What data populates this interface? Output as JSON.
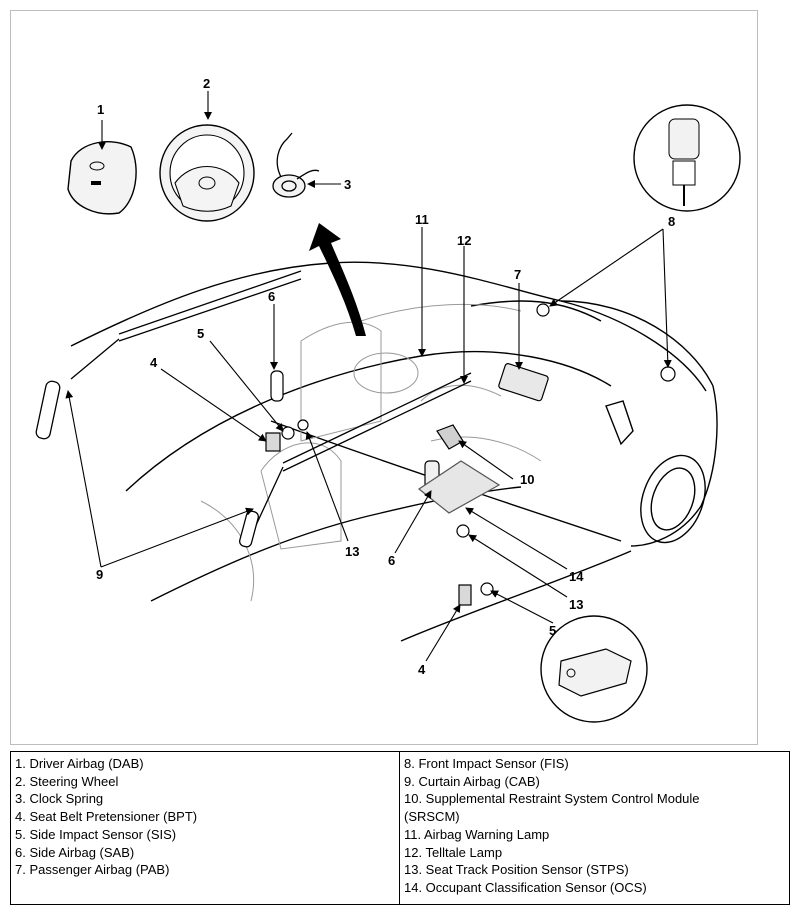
{
  "callouts": [
    "1",
    "2",
    "3",
    "4",
    "5",
    "6",
    "7",
    "8",
    "9",
    "10",
    "11",
    "12",
    "13",
    "14"
  ],
  "legend": {
    "left": [
      "1. Driver Airbag (DAB)",
      "2. Steering Wheel",
      "3. Clock Spring",
      "4. Seat Belt Pretensioner (BPT)",
      "5. Side Impact Sensor (SIS)",
      "6. Side Airbag (SAB)",
      "7. Passenger Airbag (PAB)"
    ],
    "right": [
      "8. Front Impact Sensor (FIS)",
      "9. Curtain Airbag (CAB)",
      "10. Supplemental Restraint System Control Module",
      "(SRSCM)",
      "11. Airbag Warning Lamp",
      "12. Telltale Lamp",
      "13. Seat Track Position Sensor (STPS)",
      "14. Occupant Classification Sensor (OCS)"
    ]
  }
}
